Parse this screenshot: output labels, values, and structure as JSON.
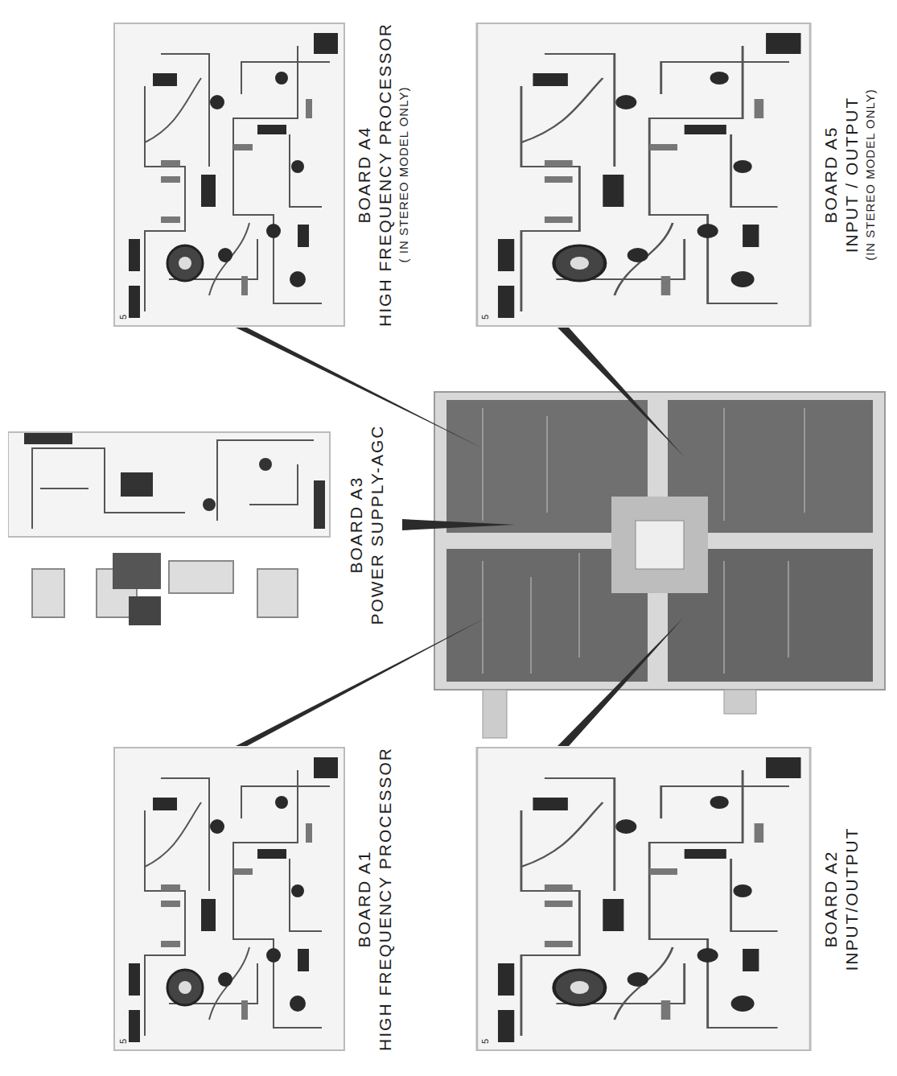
{
  "diagram": {
    "nodes": [
      {
        "text": [
          "BOARD A1",
          "HIGH FREQUENCY PROCESSOR"
        ]
      },
      {
        "text": [
          "BOARD A3",
          "POWER SUPPLY-AGC"
        ]
      },
      {
        "text": [
          "BOARD A4",
          "HIGH FREQUENCY PROCESSOR",
          "( IN STEREO MODEL ONLY)"
        ]
      },
      {
        "text": [
          "BOARD A2",
          "INPUT/OUTPUT"
        ]
      },
      {
        "text": [
          "BOARD A5",
          "INPUT / OUTPUT",
          "(IN STEREO MODEL ONLY)"
        ]
      }
    ],
    "labels": [
      "5",
      "5",
      "5",
      "5"
    ]
  }
}
